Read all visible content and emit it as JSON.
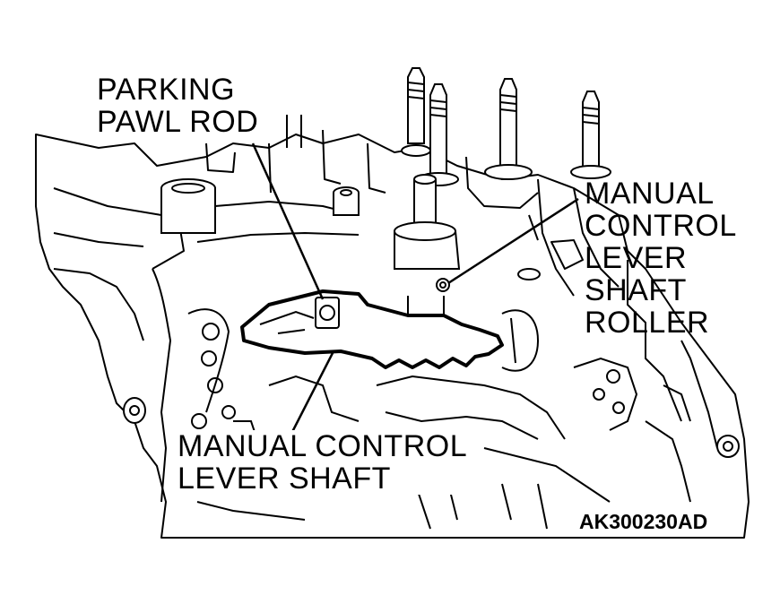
{
  "labels": {
    "parking_pawl_rod": [
      "PARKING",
      "PAWL ROD"
    ],
    "manual_control_lever_shaft_roller": [
      "MANUAL",
      "CONTROL",
      "LEVER",
      "SHAFT",
      "ROLLER"
    ],
    "manual_control_lever_shaft": [
      "MANUAL CONTROL",
      "LEVER SHAFT"
    ]
  },
  "figure_code": "AK300230AD",
  "colors": {
    "ink": "#000000",
    "paper": "#ffffff"
  }
}
